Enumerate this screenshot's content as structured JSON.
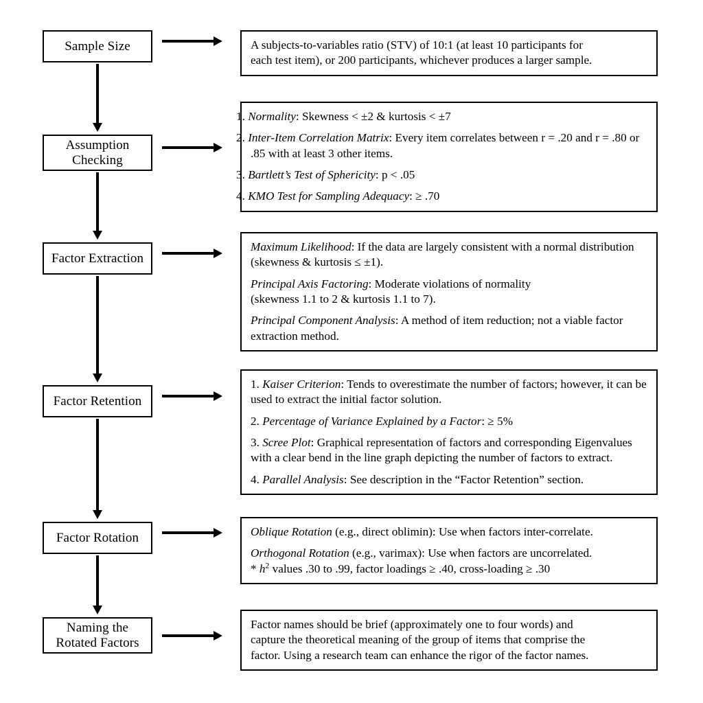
{
  "diagram": {
    "title": "Exploratory Factor Analysis Stepwise Flowchart",
    "background_color": "#ffffff",
    "line_color": "#000000"
  },
  "stages": [
    {
      "id": "sample-size",
      "label": "Sample Size"
    },
    {
      "id": "assumption-checking",
      "label": "Assumption\nChecking"
    },
    {
      "id": "factor-extraction",
      "label": "Factor Extraction"
    },
    {
      "id": "factor-retention",
      "label": "Factor Retention"
    },
    {
      "id": "factor-rotation",
      "label": "Factor Rotation"
    },
    {
      "id": "naming-rotated-factors",
      "label": "Naming the\nRotated Factors"
    }
  ],
  "panels": {
    "sample_size": {
      "line1": "A subjects-to-variables ratio (STV) of 10:1 (at least 10 participants for",
      "line2": "each test item), or 200 participants, whichever produces a larger sample."
    },
    "assumption_checking": {
      "item1_num": "1.",
      "item1_term": "Normality",
      "item1_rest": ": Skewness < ±2 & kurtosis < ±7",
      "item2_num": "2.",
      "item2_term": "Inter-Item Correlation Matrix",
      "item2_rest": ": Every item correlates between r = .20 and r = .80 or .85 with at least 3 other items.",
      "item3_num": "3.",
      "item3_term": "Bartlett’s Test of Sphericity",
      "item3_rest": ": p < .05",
      "item4_num": "4.",
      "item4_term": "KMO Test for Sampling Adequacy",
      "item4_rest": ": ≥ .70"
    },
    "factor_extraction": {
      "item1_term": "Maximum Likelihood",
      "item1_rest": ": If the data are largely consistent with a normal distribution (skewness & kurtosis ≤ ±1).",
      "item2_term": "Principal Axis Factoring",
      "item2_rest": ": Moderate violations of normality",
      "item2_line2": "(skewness 1.1 to 2 & kurtosis 1.1 to 7).",
      "item3_term": "Principal Component Analysis",
      "item3_rest": ": A method of item reduction; not a viable factor extraction method."
    },
    "factor_retention": {
      "item1_num": "1.",
      "item1_term": "Kaiser Criterion",
      "item1_rest": ": Tends to overestimate the number of factors; however, it can be used to extract the initial factor solution.",
      "item2_num": "2.",
      "item2_term": "Percentage of Variance Explained by a Factor",
      "item2_rest": ": ≥ 5%",
      "item3_num": "3.",
      "item3_term": "Scree Plot",
      "item3_rest": ": Graphical representation of factors and corresponding Eigenvalues with a clear bend in the line graph depicting the number of factors to extract.",
      "item4_num": "4.",
      "item4_term": "Parallel Analysis",
      "item4_rest": ": See description in the “Factor Retention” section."
    },
    "factor_rotation": {
      "item1_term": "Oblique Rotation",
      "item1_rest": " (e.g., direct oblimin): Use when factors inter-correlate.",
      "item2_term": "Orthogonal Rotation",
      "item2_rest": " (e.g., varimax): Use when factors are uncorrelated.",
      "item3_prefix": "* ",
      "item3_var": "h",
      "item3_exp": "2",
      "item3_rest": " values .30 to .99, factor loadings ≥ .40, cross-loading ≥ .30"
    },
    "naming_rotated_factors": {
      "line1": "Factor names should be brief (approximately one to four words) and",
      "line2": "capture the theoretical meaning of the group of items that comprise the",
      "line3": "factor. Using a research team can enhance the rigor of the factor names."
    }
  },
  "connectors": {
    "horizontal_label": "leads-to-detail",
    "vertical_label": "next-stage"
  }
}
